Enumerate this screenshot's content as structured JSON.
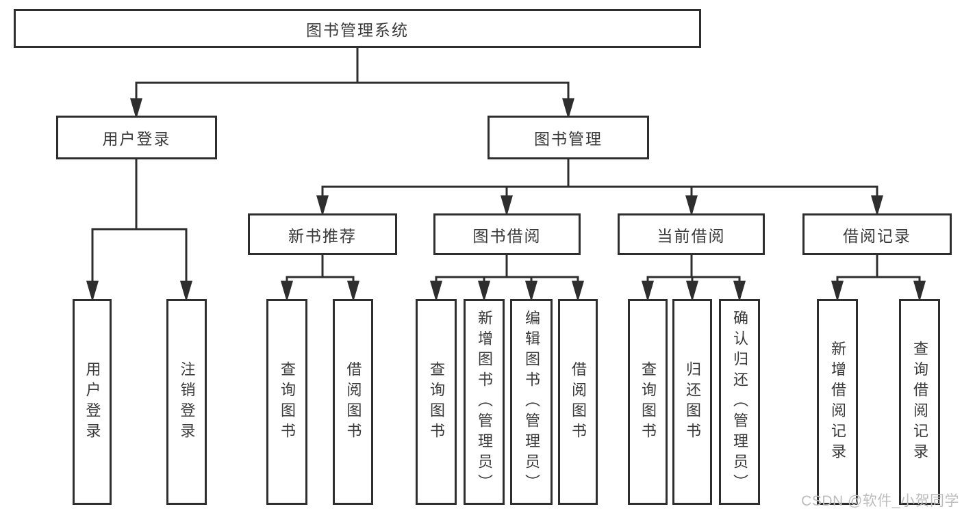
{
  "colors": {
    "line": "#2e2e2e",
    "box_fill": "#ffffff",
    "text": "#3a3a3a",
    "watermark": "#bdbdbd",
    "background": "#ffffff"
  },
  "tree": {
    "label": "图书管理系统",
    "children": [
      {
        "label": "用户登录",
        "children": [
          {
            "label": "用户登录"
          },
          {
            "label": "注销登录"
          }
        ]
      },
      {
        "label": "图书管理",
        "children": [
          {
            "label": "新书推荐",
            "children": [
              {
                "label": "查询图书"
              },
              {
                "label": "借阅图书"
              }
            ]
          },
          {
            "label": "图书借阅",
            "children": [
              {
                "label": "查询图书"
              },
              {
                "label": "新增图书（管理员）"
              },
              {
                "label": "编辑图书（管理员）"
              },
              {
                "label": "借阅图书"
              }
            ]
          },
          {
            "label": "当前借阅",
            "children": [
              {
                "label": "查询图书"
              },
              {
                "label": "归还图书"
              },
              {
                "label": "确认归还（管理员）"
              }
            ]
          },
          {
            "label": "借阅记录",
            "children": [
              {
                "label": "新增借阅记录"
              },
              {
                "label": "查询借阅记录"
              }
            ]
          }
        ]
      }
    ]
  },
  "watermark": {
    "text": "CSDN @软件_小贺同学"
  }
}
